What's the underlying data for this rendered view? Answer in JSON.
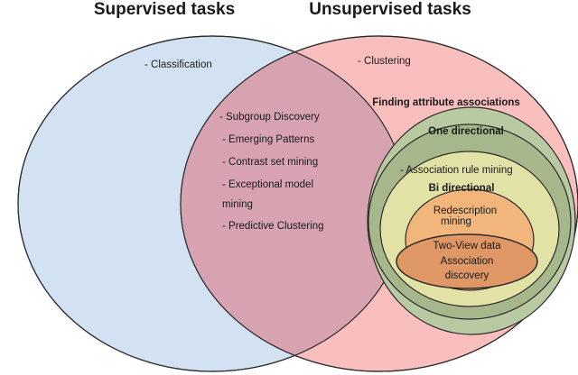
{
  "titles": {
    "supervised": "Supervised tasks",
    "unsupervised": "Unsupervised tasks"
  },
  "supervised_only": [
    "- Classification"
  ],
  "unsupervised_only": [
    "- Clustering"
  ],
  "intersection_items": [
    "- Subgroup Discovery",
    "- Emerging Patterns",
    "- Contrast set mining",
    "- Exceptional model",
    "mining",
    "- Predictive Clustering"
  ],
  "attribute_associations": {
    "heading": "Finding attribute associations",
    "one_directional": {
      "heading": "One directional",
      "item": "- Association rule mining"
    },
    "bi_directional": {
      "heading": "Bi directional",
      "redescription": [
        "Redescription",
        "mining"
      ],
      "two_view": [
        "Two-View data",
        "Association",
        "discovery"
      ]
    }
  },
  "colors": {
    "supervised_fill": "#d3e2f3",
    "unsupervised_fill": "#f9bfbf",
    "intersection_fill": "#d8a3b0",
    "attribute_fill": "#b9c9a2",
    "one_directional_fill": "#a7b78c",
    "bi_directional_fill": "#e2e2a6",
    "redescription_fill": "#f2b67c",
    "two_view_fill": "#e09766",
    "outline": "#2b2b2b"
  }
}
